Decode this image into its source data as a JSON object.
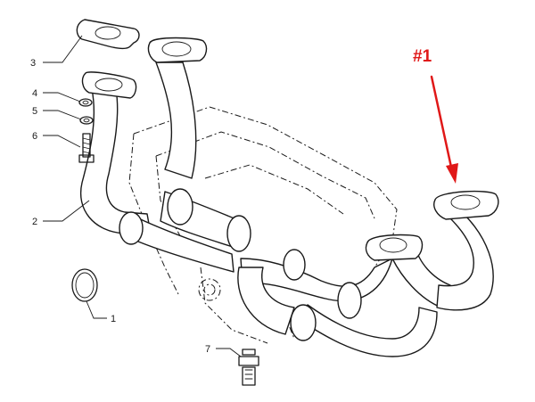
{
  "callouts": [
    {
      "label": "1"
    },
    {
      "label": "2"
    },
    {
      "label": "3"
    },
    {
      "label": "4"
    },
    {
      "label": "5"
    },
    {
      "label": "6"
    },
    {
      "label": "7"
    }
  ],
  "highlight": {
    "label": "#1",
    "color": "#e01818"
  },
  "colors": {
    "line": "#1a1a1a",
    "background": "#ffffff"
  }
}
